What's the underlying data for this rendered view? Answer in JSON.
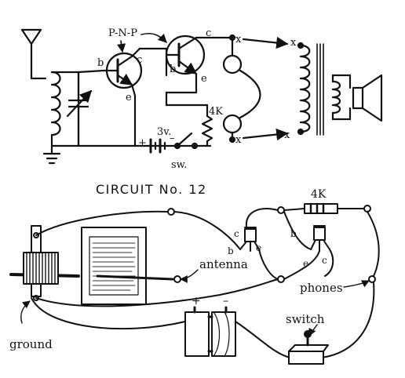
{
  "schematic": {
    "transistor_type_label": "P-N-P",
    "base_label_1": "b",
    "collector_label_1": "c",
    "emitter_label_1": "e",
    "base_label_2": "b",
    "collector_label_2": "c",
    "emitter_label_2": "e",
    "resistor_label": "4K",
    "battery_label": "3v.",
    "battery_plus": "+",
    "battery_minus": "–",
    "switch_label": "sw.",
    "terminal_x1": "x",
    "terminal_x2": "x",
    "terminal_x3": "x",
    "terminal_x4": "x"
  },
  "caption": "CIRCUIT No. 12",
  "pictorial": {
    "resistor_label": "4K",
    "antenna_label": "antenna",
    "phones_label": "phones",
    "switch_label": "switch",
    "ground_label": "ground",
    "battery_plus": "+",
    "battery_minus": "–",
    "t1_c": "c",
    "t1_b": "b",
    "t1_e": "e",
    "t2_b": "b",
    "t2_e": "e",
    "t2_c": "c"
  }
}
